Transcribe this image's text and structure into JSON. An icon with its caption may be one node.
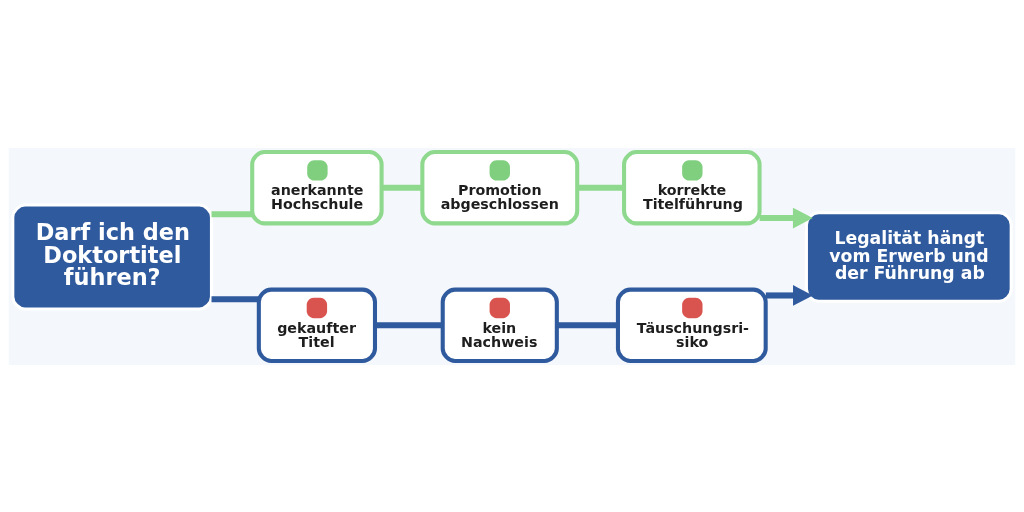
{
  "diagram": {
    "nodes": [
      {
        "text": [
          "Darf ich den Doktortitel führen?"
        ]
      },
      {
        "text": [
          "anerkannte Hochschule"
        ]
      },
      {
        "text": [
          "Promotion abgeschlossen"
        ]
      },
      {
        "text": [
          "korrekte Titelführung"
        ]
      },
      {
        "text": [
          "Legalität hängt vom Erwerb und der Führung ab"
        ]
      },
      {
        "text": [
          "gekaufter Titel"
        ]
      },
      {
        "text": [
          "kein Nachweis"
        ]
      },
      {
        "text": [
          "Täuschungsri- siko"
        ]
      }
    ],
    "edges": [
      {
        "from": 0,
        "to": 1,
        "arrow": "none",
        "color": "#8fd98f"
      },
      {
        "from": 1,
        "to": 2,
        "arrow": "none",
        "color": "#8fd98f"
      },
      {
        "from": 2,
        "to": 3,
        "arrow": "none",
        "color": "#8fd98f"
      },
      {
        "from": 3,
        "to": 4,
        "arrow": "to",
        "color": "#8fd98f"
      },
      {
        "from": 0,
        "to": 5,
        "arrow": "none",
        "color": "#2f5a9e"
      },
      {
        "from": 5,
        "to": 6,
        "arrow": "none",
        "color": "#2f5a9e"
      },
      {
        "from": 6,
        "to": 7,
        "arrow": "none",
        "color": "#2f5a9e"
      },
      {
        "from": 7,
        "to": 4,
        "arrow": "to",
        "color": "#2f5a9e"
      }
    ]
  }
}
